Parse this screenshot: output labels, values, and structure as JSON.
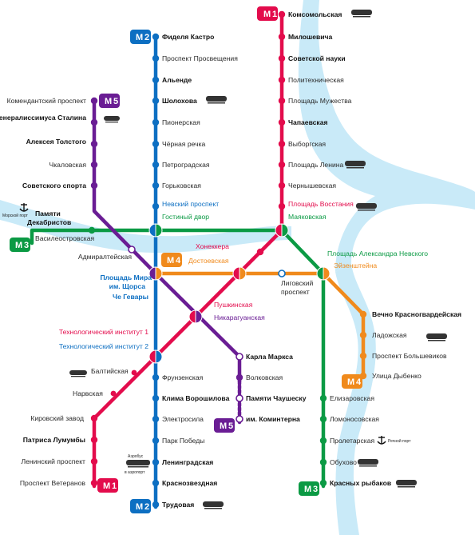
{
  "colors": {
    "line1": "#e30c4c",
    "line2": "#0d6fc2",
    "line3": "#0b9a44",
    "line4": "#f08a1c",
    "line5": "#6a1d94",
    "river": "#c9eaf8"
  },
  "badges": {
    "l1_top": "1",
    "l1_bottom": "1",
    "l2_top": "2",
    "l2_bottom": "2",
    "l3_left": "3",
    "l3_bottom": "3",
    "l4_left": "4",
    "l4_bottom": "4",
    "l5_top": "5",
    "l5_bottom": "5"
  },
  "stations": {
    "komsomolskaya": "Комсомольская",
    "miloshevicha": "Милошевича",
    "sovetskoy_nauki": "Советской науки",
    "politekhnicheskaya": "Политехническая",
    "pl_muzhestva": "Площадь Мужества",
    "chapaevskaya": "Чапаевская",
    "vyborgskaya": "Выборгская",
    "pl_lenina": "Площадь Ленина",
    "chernyshevskaya": "Чернышевская",
    "pl_vosstaniya": "Площадь Восстания",
    "mayakovskaya": "Маяковская",
    "fidelya_kastro": "Фиделя Кастро",
    "pr_prosvescheniya": "Проспект Просвещения",
    "allende": "Альенде",
    "sholokhova": "Шолохова",
    "pionerskaya": "Пионерская",
    "chernaya_rechka": "Чёрная речка",
    "petrogradskaya": "Петроградская",
    "gorkovskaya": "Горьковская",
    "nevsky_pr": "Невский проспект",
    "gostiny_dvor": "Гостиный двор",
    "komendantsky": "Комендантский проспект",
    "generalissimusa": "Генералиссимуса Сталина",
    "tolstogo": "Алексея Толстого",
    "chkalovskaya": "Чкаловская",
    "sovetskogo_sporta": "Советского спорта",
    "pamyati_1": "Памяти",
    "pamyati_2": "Декабристов",
    "vasileostrovskaya": "Василеостровская",
    "admiralteyskaya": "Адмиралтейская",
    "khoshekkera": "Хонеккера",
    "dostoevskaya": "Достоевская",
    "pl_mira": "Площадь Мира",
    "shchorsa": "им. Щорса",
    "che_gevary": "Че Гевары",
    "ligovsky_1": "Лиговский",
    "ligovsky_2": "проспект",
    "pl_al_nevskogo": "Площадь Александра Невского",
    "eisenshteina": "Эйзенштейна",
    "pushkinskaya": "Пушкинская",
    "nikaraguanskaya": "Никарагуанская",
    "vechno_kr": "Вечно Красногвардейская",
    "ladozhskaya": "Ладожская",
    "pr_bolshevikov": "Проспект Большевиков",
    "dybenko": "Улица Дыбенко",
    "tekhnolog_1": "Технологический институт 1",
    "tekhnolog_2": "Технологический институт 2",
    "karla_marksa": "Карла Маркса",
    "volkovskaya": "Волковская",
    "pamyati_chaushesku": "Памяти Чаушеску",
    "komintern": "им. Коминтерна",
    "baltiyskaya": "Балтийская",
    "narvskaya": "Нарвская",
    "kirovsky_zavod": "Кировский завод",
    "patrisa": "Патриса Лумумбы",
    "leninsky": "Ленинский проспект",
    "veteranov": "Проспект Ветеранов",
    "frunzenskaya": "Фрунзенская",
    "klima": "Клима Ворошилова",
    "elektrosila": "Электросила",
    "park_pobedy": "Парк Победы",
    "leningradskaya": "Ленинградская",
    "krasnozvezdnaya": "Краснозвездная",
    "trudovaya": "Трудовая",
    "elizarovskaya": "Елизаровская",
    "lomonosovskaya": "Ломоносовская",
    "proletarskaya": "Пролетарская",
    "obukhovo": "Обухово",
    "krasnye_rybaki": "Красных рыбаков"
  },
  "ports": {
    "sea_port": "Морской порт",
    "river_port": "Речной порт",
    "airport_1": "Аэробус",
    "airport_2": "в аэропорт"
  }
}
